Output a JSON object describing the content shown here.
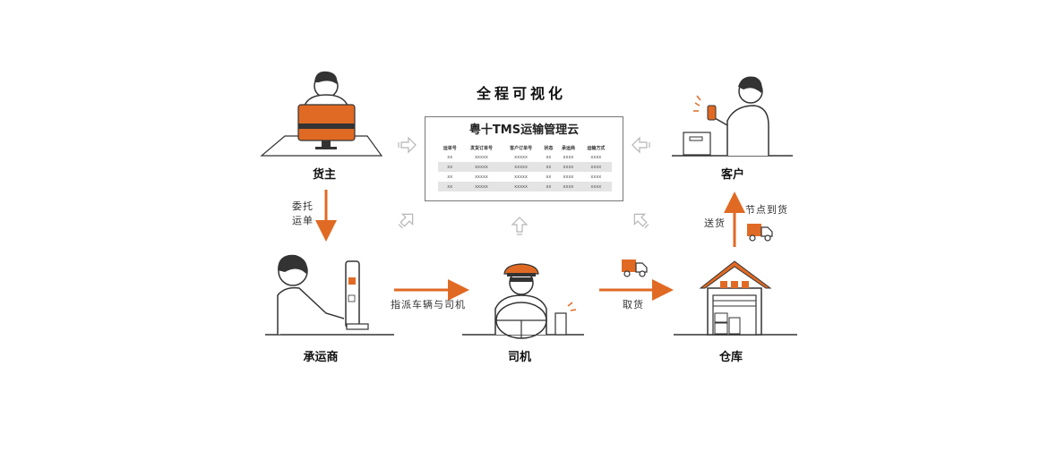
{
  "title": "全程可视化",
  "panel": {
    "title": "粤十TMS运输管理云",
    "columns": [
      "运单号",
      "发货订单号",
      "客户订单号",
      "状态",
      "承运商",
      "运输方式"
    ],
    "rows": [
      [
        "xx",
        "xxxxx",
        "xxxxx",
        "xx",
        "xxxx",
        "xxxx"
      ],
      [
        "xx",
        "xxxxx",
        "xxxxx",
        "xx",
        "xxxx",
        "xxxx"
      ],
      [
        "xx",
        "xxxxx",
        "xxxxx",
        "xx",
        "xxxx",
        "xxxx"
      ],
      [
        "xx",
        "xxxxx",
        "xxxxx",
        "xx",
        "xxxx",
        "xxxx"
      ]
    ]
  },
  "nodes": {
    "shipper": "货主",
    "customer": "客户",
    "carrier": "承运商",
    "driver": "司机",
    "warehouse": "仓库"
  },
  "flows": {
    "shipper_to_carrier_line1": "委托",
    "shipper_to_carrier_line2": "运单",
    "carrier_to_driver": "指派车辆与司机",
    "driver_to_warehouse": "取货",
    "warehouse_to_customer_left": "送货",
    "warehouse_to_customer_right": "节点到货"
  },
  "colors": {
    "accent": "#e06a24",
    "line": "#333333",
    "gray_arrow": "#b5b5b5"
  },
  "icons": [
    "truck-icon",
    "upload-arrow-icon"
  ]
}
